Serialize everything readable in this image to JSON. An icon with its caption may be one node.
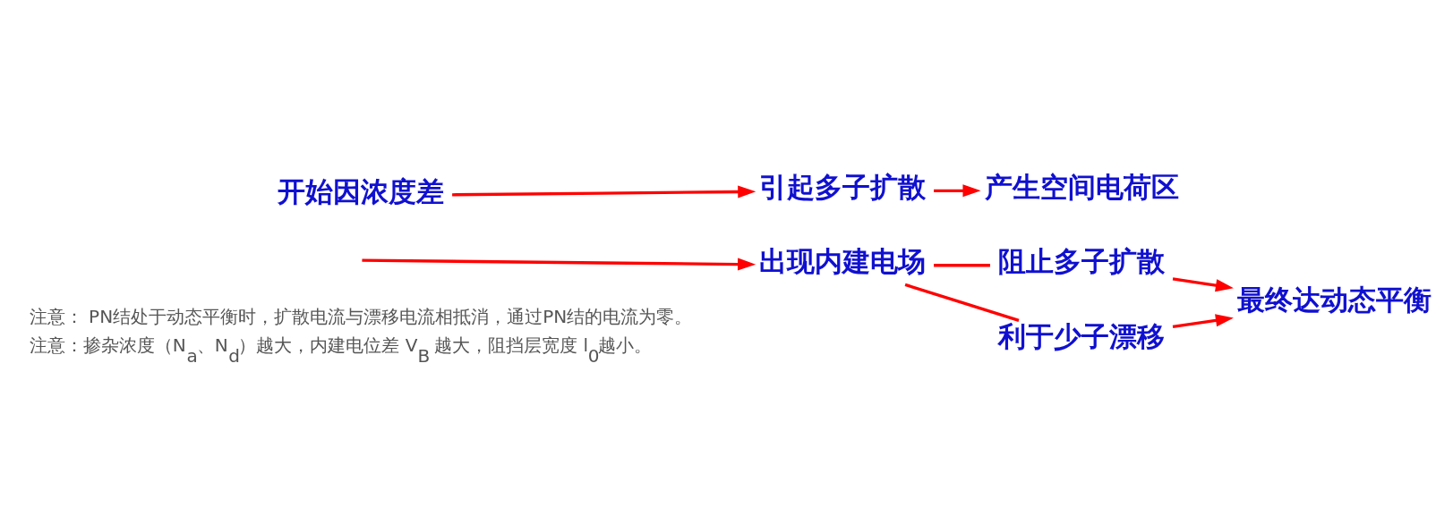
{
  "diagram": {
    "nodes": [
      {
        "text": [
          "开始因浓度差"
        ]
      },
      {
        "text": [
          "引起多子扩散"
        ]
      },
      {
        "text": [
          "产生空间电荷区"
        ]
      },
      {
        "text": [
          "出现内建电场"
        ]
      },
      {
        "text": [
          "阻止多子扩散"
        ]
      },
      {
        "text": [
          "利于少子漂移"
        ]
      },
      {
        "text": [
          "最终达动态平衡"
        ]
      }
    ],
    "edges": [
      {
        "from": 0,
        "to": 1,
        "arrow": "to"
      },
      {
        "from": 1,
        "to": 2,
        "arrow": "to"
      },
      {
        "from": null,
        "to": 3,
        "arrow": "to"
      },
      {
        "from": 3,
        "to": 4,
        "arrow": "none"
      },
      {
        "from": 3,
        "to": 5,
        "arrow": "none"
      },
      {
        "from": 4,
        "to": 6,
        "arrow": "to"
      },
      {
        "from": 5,
        "to": 6,
        "arrow": "to"
      }
    ],
    "labels": [
      "注意： PN结处于动态平衡时，扩散电流与漂移电流相抵消，通过PN结的电流为零。",
      "注意：掺杂浓度（N$_{a}$、N$_{d}$）越大，内建电位差 V$_{B}$ 越大，阻挡层宽度 l$_{0}$越小。"
    ]
  }
}
